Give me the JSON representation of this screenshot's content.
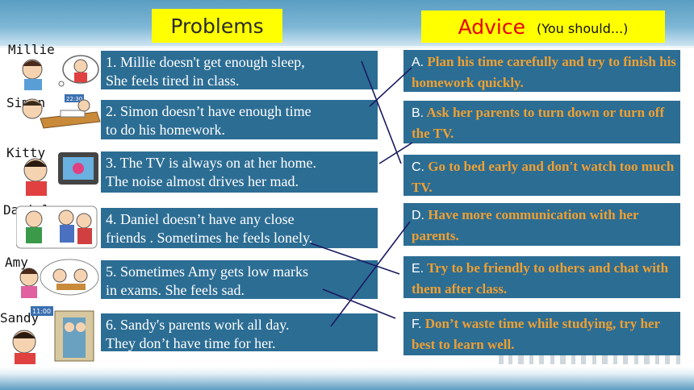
{
  "headers": {
    "problems": "Problems",
    "advice_main": "Advice",
    "advice_sub": "(You should...)"
  },
  "names": [
    "Millie",
    "Simon",
    "Kitty",
    "Daniel",
    "Amy",
    "Sandy"
  ],
  "problems": [
    {
      "line1": "1. Millie doesn't get enough sleep,",
      "line2": "She feels tired in class."
    },
    {
      "line1": "2. Simon doesn’t have enough time",
      "line2": "to do his homework."
    },
    {
      "line1": "3. The TV is always on at her home.",
      "line2": "The noise almost drives her mad."
    },
    {
      "line1": "4. Daniel doesn’t have any close",
      "line2": "friends . Sometimes he feels lonely."
    },
    {
      "line1": "5. Sometimes Amy gets low marks",
      "line2": "in exams. She feels sad."
    },
    {
      "line1": "6. Sandy's parents work all day.",
      "line2": "They don’t have time for her."
    }
  ],
  "advice": [
    {
      "letter": "A.",
      "text": "Plan his time carefully and try to finish his homework quickly."
    },
    {
      "letter": "B.",
      "text": "Ask her parents to turn  down or turn off the TV."
    },
    {
      "letter": "C.",
      "text": "Go to bed early and don't watch too much TV."
    },
    {
      "letter": "D.",
      "text": "Have more communication with her parents."
    },
    {
      "letter": "E.",
      "text": "Try to be friendly to others and chat with them after class."
    },
    {
      "letter": "F.",
      "text": "Don’t waste time while studying, try her best to learn well."
    }
  ],
  "clock_labels": [
    "22:30",
    "11:00"
  ],
  "colors": {
    "box": "#2c6d94",
    "header": "#ffff00",
    "advice_text": "#f0a030",
    "advice_title": "#e60000"
  }
}
